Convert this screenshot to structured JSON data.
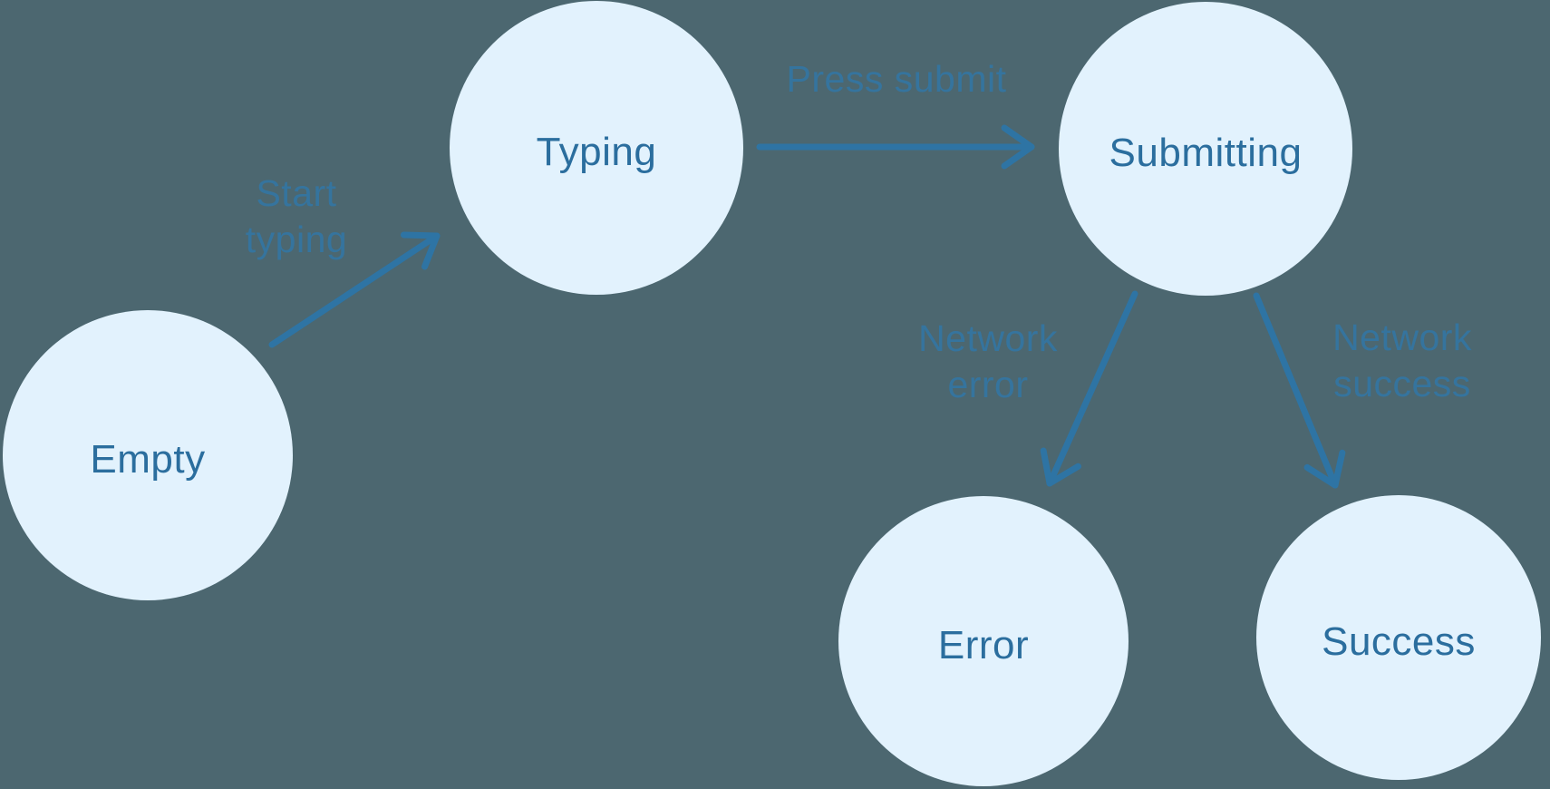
{
  "diagram": {
    "type": "state-machine",
    "states": [
      {
        "id": "empty",
        "label": "Empty"
      },
      {
        "id": "typing",
        "label": "Typing"
      },
      {
        "id": "submitting",
        "label": "Submitting"
      },
      {
        "id": "error",
        "label": "Error"
      },
      {
        "id": "success",
        "label": "Success"
      }
    ],
    "transitions": [
      {
        "from": "empty",
        "to": "typing",
        "label": "Start\ntyping"
      },
      {
        "from": "typing",
        "to": "submitting",
        "label": "Press submit"
      },
      {
        "from": "submitting",
        "to": "error",
        "label": "Network\nerror"
      },
      {
        "from": "submitting",
        "to": "success",
        "label": "Network\nsuccess"
      }
    ],
    "colors": {
      "background": "#4C6770",
      "node_fill": "#E2F2FD",
      "node_text": "#2B6E9E",
      "edge_label_text": "#35749E",
      "arrow_stroke": "#2E74A4"
    }
  }
}
